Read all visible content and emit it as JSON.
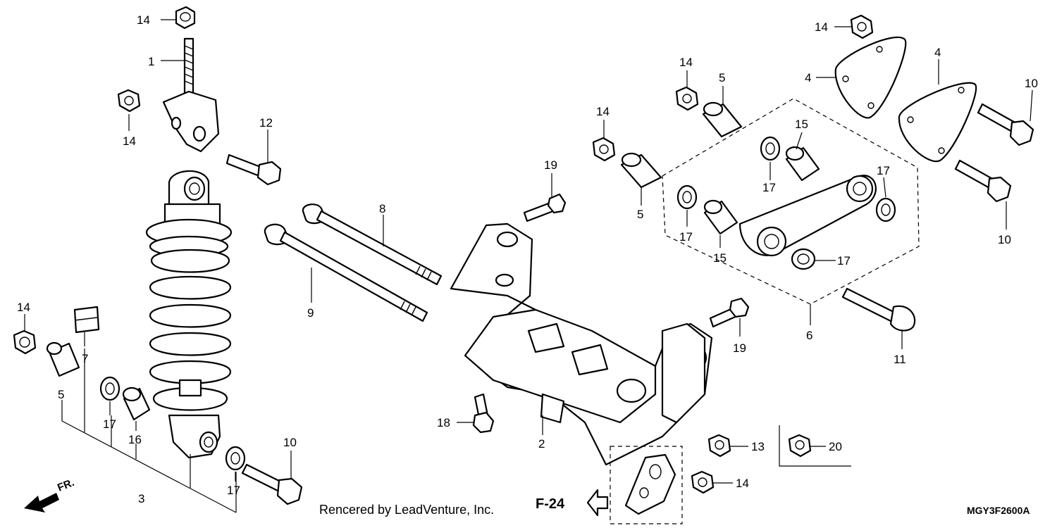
{
  "diagram": {
    "callouts": {
      "c1": "1",
      "c2": "2",
      "c3": "3",
      "c4a": "4",
      "c4b": "4",
      "c5a": "5",
      "c5b": "5",
      "c5c": "5",
      "c6": "6",
      "c7": "7",
      "c8": "8",
      "c9": "9",
      "c10a": "10",
      "c10b": "10",
      "c10c": "10",
      "c11": "11",
      "c12": "12",
      "c13": "13",
      "c14a": "14",
      "c14b": "14",
      "c14c": "14",
      "c14d": "14",
      "c14e": "14",
      "c14f": "14",
      "c14g": "14",
      "c15a": "15",
      "c15b": "15",
      "c16": "16",
      "c17a": "17",
      "c17b": "17",
      "c17c": "17",
      "c17d": "17",
      "c17e": "17",
      "c17f": "17",
      "c18": "18",
      "c19a": "19",
      "c19b": "19",
      "c20": "20"
    },
    "reference_label": "F-24",
    "front_label": "FR.",
    "diagram_code": "MGY3F2600A"
  },
  "footer": {
    "credit": "Rencered by LeadVenture, Inc."
  }
}
